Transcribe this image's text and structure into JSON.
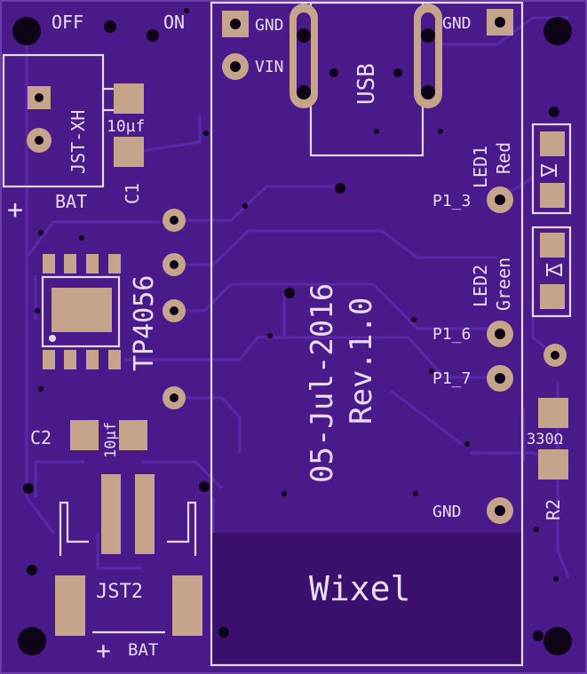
{
  "board": {
    "colors": {
      "solder_mask": "#4a1a8a",
      "trace": "#5a28a6",
      "silkscreen": "#e6d8f2",
      "copper_pad": "#c6a48c",
      "module_area": "#3a0f6e"
    },
    "switch": {
      "off_label": "OFF",
      "on_label": "ON"
    },
    "jst_xh": {
      "label": "JST-XH",
      "bat_label": "BAT",
      "plus_label": "+"
    },
    "c1": {
      "label": "C1",
      "value": "10µf"
    },
    "c2": {
      "label": "C2",
      "value": "10µf"
    },
    "ic": {
      "label": "TP4056"
    },
    "jst2": {
      "label": "JST2",
      "plus_label": "+",
      "bat_label": "BAT"
    },
    "date_text": "05-Jul-2016",
    "rev_text": "Rev.1.0",
    "module": {
      "name": "Wixel",
      "usb_label": "USB",
      "pins": {
        "gnd_left": "GND",
        "vin": "VIN",
        "gnd_right": "GND",
        "p1_3": "P1_3",
        "p1_6": "P1_6",
        "p1_7": "P1_7",
        "gnd_bottom": "GND"
      }
    },
    "led1": {
      "label": "LED1",
      "color": "Red"
    },
    "led2": {
      "label": "LED2",
      "color": "Green"
    },
    "r2": {
      "label": "R2",
      "value": "330Ω"
    }
  }
}
